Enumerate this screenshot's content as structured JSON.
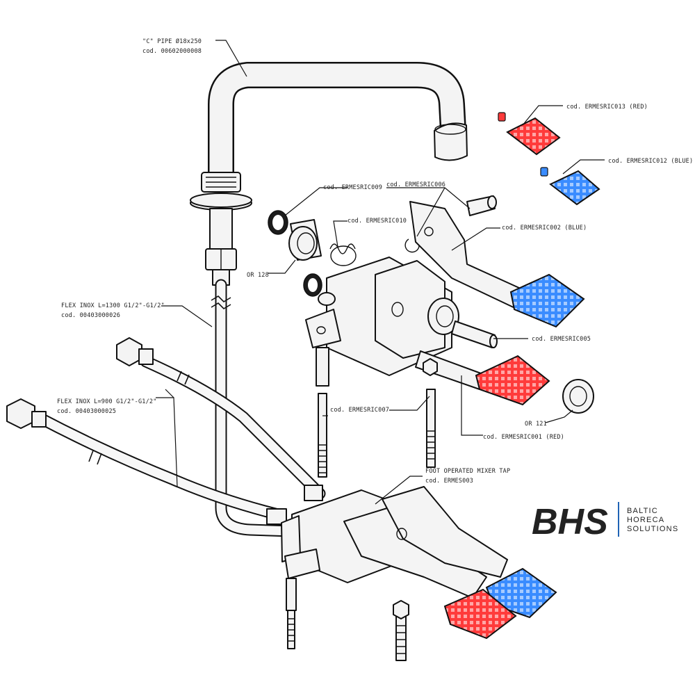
{
  "colors": {
    "red_pedal": "#ff3b3b",
    "blue_pedal": "#3a8cff",
    "logo_blue": "#1f63b5",
    "line": "#111111"
  },
  "labels": {
    "c_pipe": {
      "line1": "\"C\" PIPE Ø18x250",
      "line2": "cod. 00602000008"
    },
    "red_cap": "cod. ERMESRIC013 (RED)",
    "blue_cap": "cod. ERMESRIC012 (BLUE)",
    "c009": "cod. ERMESRIC009",
    "c006": "cod. ERMESRIC006",
    "c010": "cod. ERMESRIC010",
    "c002": "cod. ERMESRIC002 (BLUE)",
    "or128": "OR 128",
    "flex1300": {
      "line1": "FLEX INOX L=1300 G1/2\"-G1/2\"",
      "line2": "cod. 00403000026"
    },
    "c005": "cod. ERMESRIC005",
    "flex900": {
      "line1": "FLEX INOX L=900 G1/2\"-G1/2\"",
      "line2": "cod. 00403000025"
    },
    "c007": "cod. ERMESRIC007",
    "or121": "OR 121",
    "c001": "cod. ERMESRIC001 (RED)",
    "mixer": {
      "line1": "FOOT OPERATED MIXER TAP",
      "line2": "cod. ERMES003"
    }
  },
  "logo": {
    "mark": "BHS",
    "line1": "BALTIC",
    "line2": "HORECA",
    "line3": "SOLUTIONS"
  }
}
